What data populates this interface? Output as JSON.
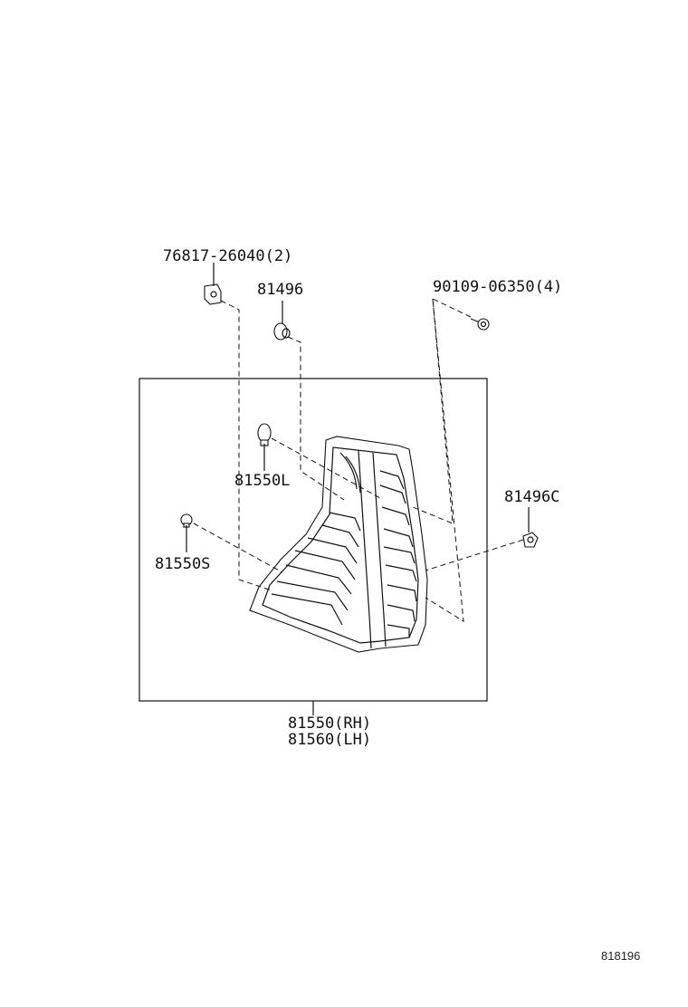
{
  "callouts": {
    "retainer": "76817-26040(2)",
    "socket": "81496",
    "screw": "90109-06350(4)",
    "bulb_large": "81550L",
    "socket_c": "81496C",
    "bulb_small": "81550S",
    "assembly_rh": "81550(RH)",
    "assembly_lh": "81560(LH)"
  },
  "figure_ref": "818196"
}
